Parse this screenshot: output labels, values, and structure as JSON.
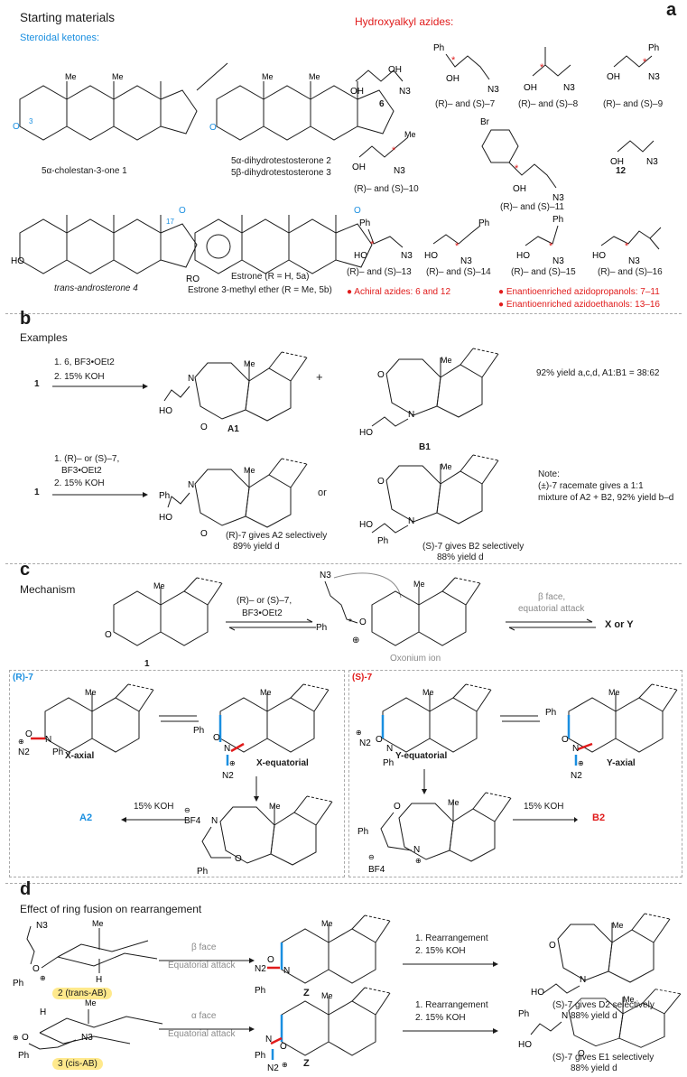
{
  "panel_a": {
    "letter": "a",
    "title": "Starting materials",
    "steroid_heading": "Steroidal ketones:",
    "azide_heading": "Hydroxyalkyl azides:",
    "steroid_names": {
      "s1": "5α-cholestan-3-one 1",
      "s2": "5α-dihydrotestosterone 2",
      "s3": "5β-dihydrotestosterone 3",
      "s4": "trans-androsterone 4",
      "s5a": "Estrone (R = H, 5a)",
      "s5b": "Estrone 3-methyl ether (R = Me, 5b)"
    },
    "azide_labels": {
      "a6": "6",
      "a7": "(R)– and (S)–7",
      "a8": "(R)– and (S)–8",
      "a9": "(R)– and (S)–9",
      "a10": "(R)– and (S)–10",
      "a11": "(R)– and (S)–11",
      "a12": "12",
      "a13": "(R)– and (S)–13",
      "a14": "(R)– and (S)–14",
      "a15": "(R)– and (S)–15",
      "a16": "(R)– and (S)–16"
    },
    "notes": {
      "achiral": "Achiral azides: 6 and 12",
      "propanols": "Enantioenriched azidopropanols: 7–11",
      "ethanols": "Enantioenriched azidoethanols: 13–16"
    }
  },
  "panel_b": {
    "letter": "b",
    "title": "Examples",
    "row1": {
      "reactant": "1",
      "cond1": "1. 6, BF3•OEt2",
      "cond2": "2. 15% KOH",
      "product_a": "A1",
      "plus": "+",
      "product_b": "B1",
      "yield": "92% yield a,c,d, A1:B1 = 38:62"
    },
    "row2": {
      "reactant": "1",
      "cond1": "1. (R)– or (S)–7,",
      "cond1b": "BF3•OEt2",
      "cond2": "2. 15% KOH",
      "product_a": "A2",
      "or": "or",
      "product_b": "B2",
      "caption_a1": "(R)-7 gives A2 selectively",
      "caption_a2": "89% yield d",
      "caption_b1": "(S)-7 gives B2 selectively",
      "caption_b2": "88% yield d",
      "note_title": "Note:",
      "note1": "(±)-7 racemate gives a 1:1",
      "note2": "mixture of A2 + B2, 92% yield b–d"
    }
  },
  "panel_c": {
    "letter": "c",
    "title": "Mechanism",
    "reactant": "1",
    "cond1": "(R)– or (S)–7,",
    "cond2": "BF3•OEt2",
    "oxonium": "Oxonium ion",
    "attack1": "β face,",
    "attack2": "equatorial attack",
    "xy": "X or Y",
    "r_box": "(R)-7",
    "s_box": "(S)-7",
    "x_axial": "X-axial",
    "x_equatorial": "X-equatorial",
    "y_equatorial": "Y-equatorial",
    "y_axial": "Y-axial",
    "koh_left": "15% KOH",
    "koh_right": "15% KOH",
    "a2": "A2",
    "b2": "B2"
  },
  "panel_d": {
    "letter": "d",
    "title": "Effect of ring fusion on rearrangement",
    "row1": {
      "face": "β face",
      "attack": "Equatorial attack",
      "pill": "2 (trans-AB)",
      "inter": "Z",
      "step1": "1. Rearrangement",
      "step2": "2. 15% KOH",
      "caption1": "(S)-7 gives D2 selectively",
      "caption2": "88% yield d"
    },
    "row2": {
      "face": "α face",
      "attack": "Equatorial attack",
      "pill": "3 (cis-AB)",
      "inter": "Z",
      "step1": "1. Rearrangement",
      "step2": "2. 15% KOH",
      "caption1": "(S)-7 gives E1 selectively",
      "caption2": "88% yield d"
    }
  },
  "colors": {
    "blue": "#1a8fe0",
    "red": "#e01b1b",
    "grey": "#8a8a8a",
    "pill": "#ffe98c"
  }
}
